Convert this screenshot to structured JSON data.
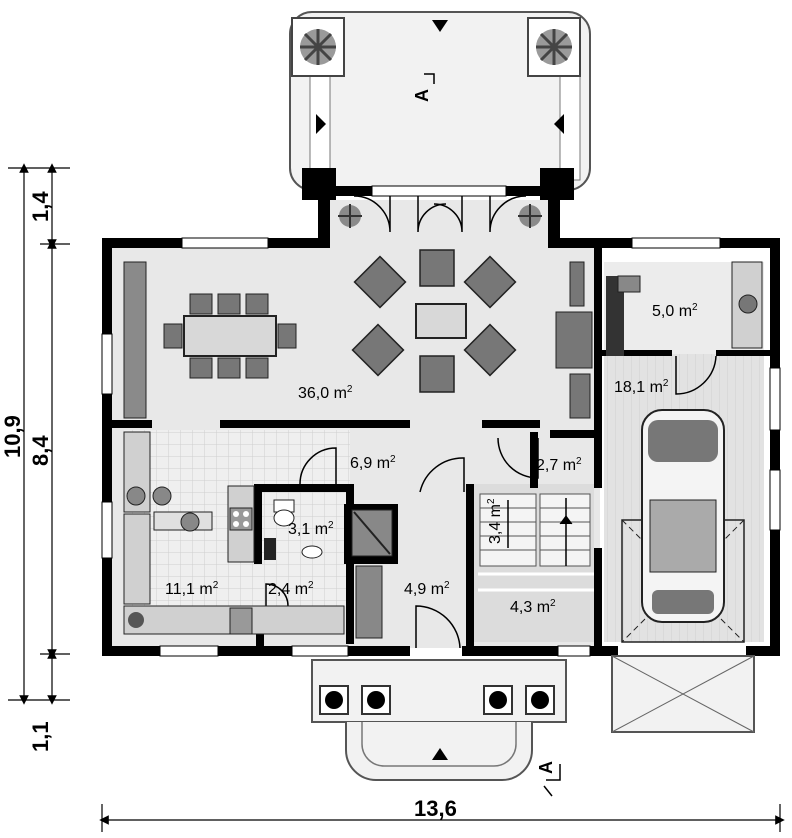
{
  "rooms": {
    "living": "36,0 m",
    "kitchen": "11,1 m",
    "pantry": "2,4 m",
    "hall": "6,9 m",
    "bathroom": "3,1 m",
    "vestibule": "4,9 m",
    "stair_room": "4,3 m",
    "stair_small": "3,4 m",
    "closet": "2,7 m",
    "boiler": "5,0 m",
    "garage": "18,1 m"
  },
  "area_unit_superscript": "2",
  "dimensions": {
    "total_width": "13,6",
    "total_height": "10,9",
    "main_height": "8,4",
    "upper_offset": "1,4",
    "lower_offset": "1,1"
  },
  "section_marker": "A",
  "colors": {
    "wall": "#000000",
    "floor": "#e6e6e6",
    "furniture": "#707070",
    "terrace": "#f2f2f2"
  }
}
